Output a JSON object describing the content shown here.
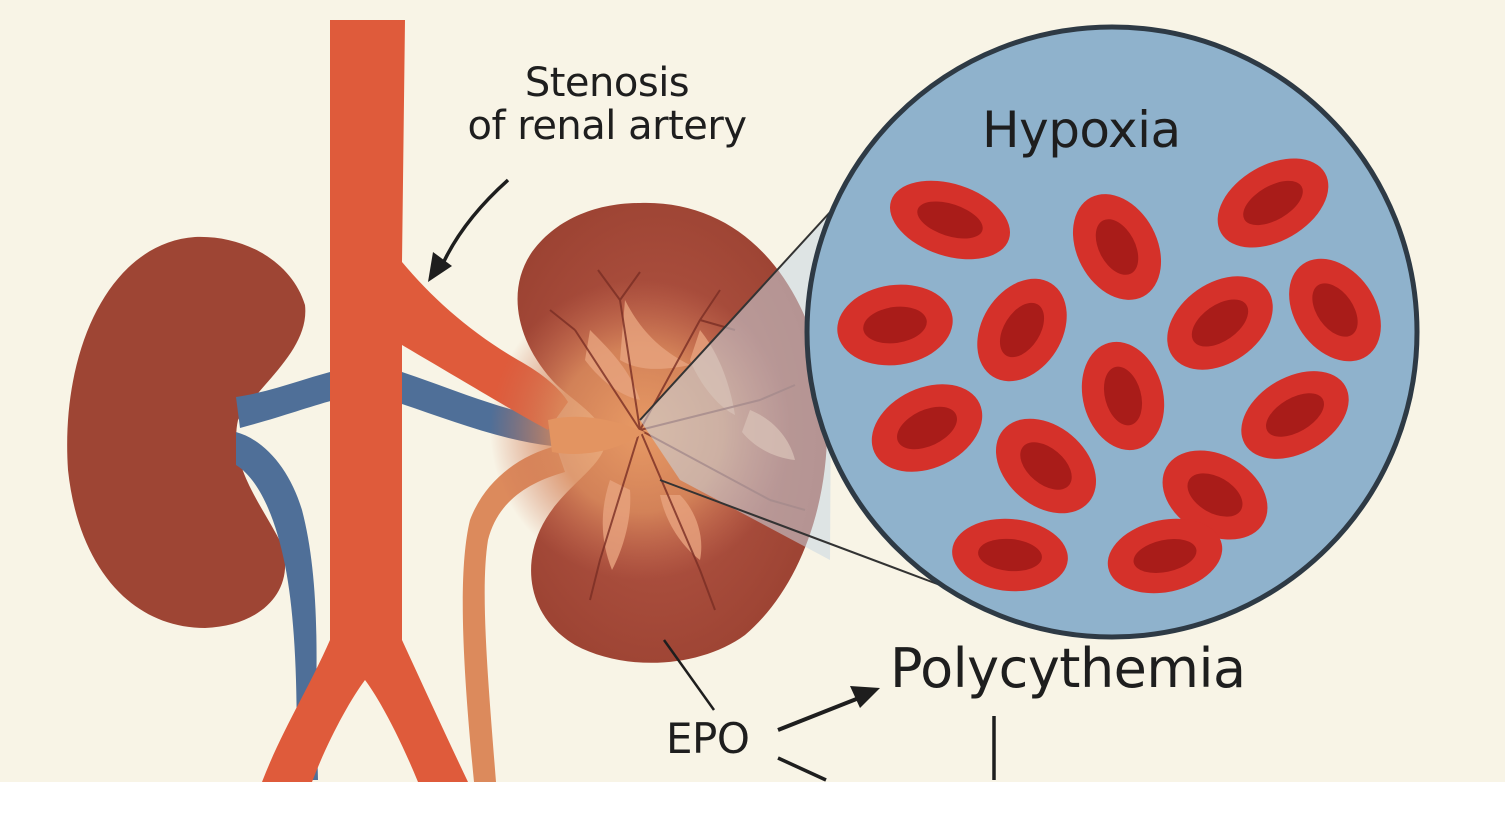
{
  "labels": {
    "stenosis_line1": "Stenosis",
    "stenosis_line2": "of renal artery",
    "hypoxia": "Hypoxia",
    "polycythemia": "Polycythemia",
    "epo": "EPO"
  },
  "colors": {
    "background": "#f8f4e6",
    "kidney": "#9e4534",
    "kidney_highlight": "#b65a45",
    "aorta": "#df5b3b",
    "vein": "#4f6f98",
    "ureter": "#dc8a5c",
    "hypoxia_circle": "#8fb2cc",
    "red_cell": "#d5312a",
    "red_cell_center": "#aa1d1a",
    "text": "#1e1e1e"
  }
}
